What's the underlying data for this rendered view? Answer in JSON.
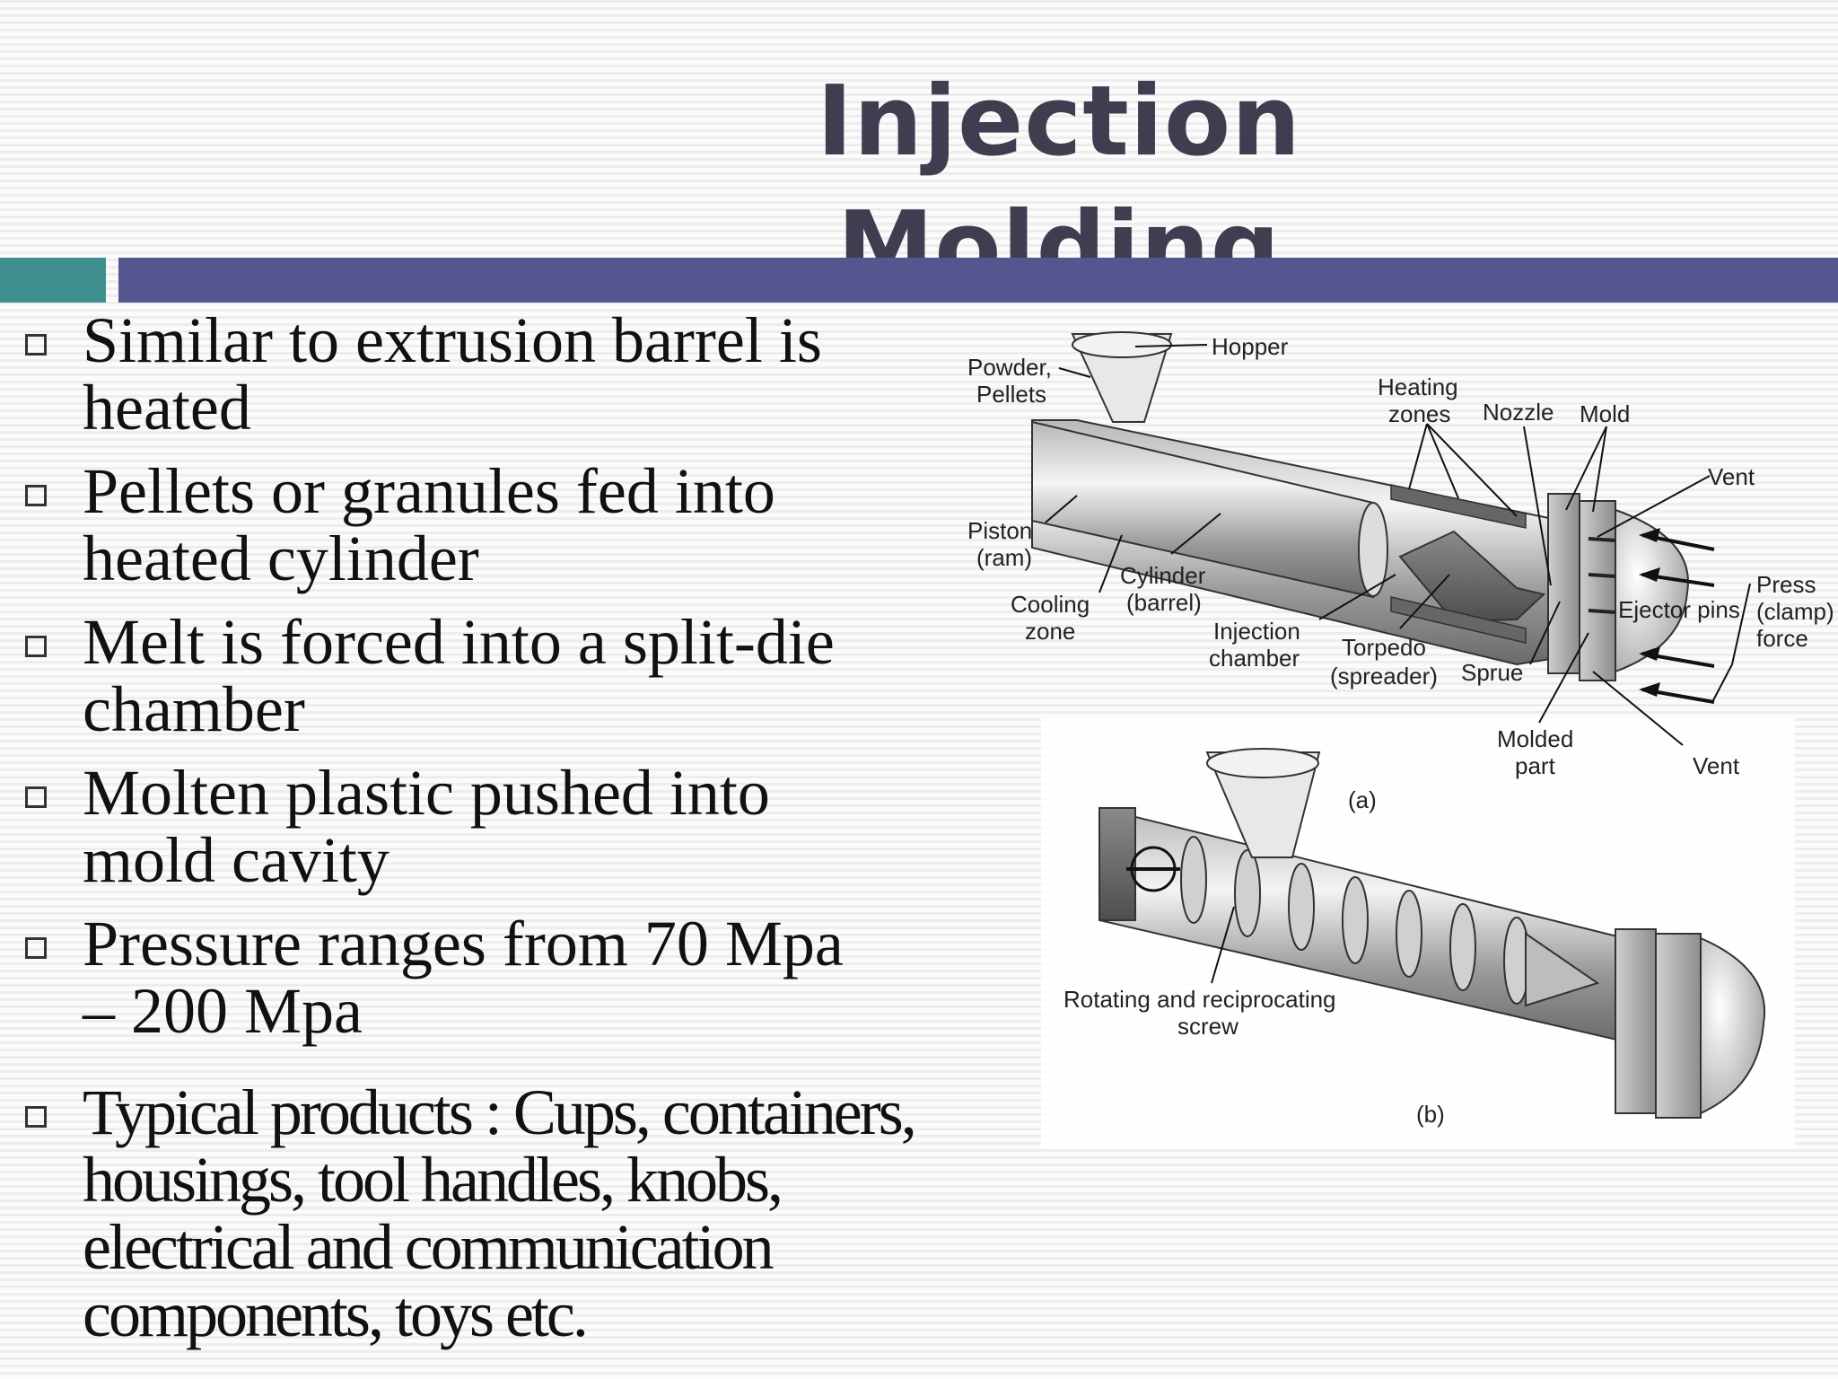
{
  "slide": {
    "title": "Injection Molding",
    "bullets": [
      {
        "line1": "Similar to extrusion barrel is",
        "line2": "heated"
      },
      {
        "line1": "Pellets or granules fed into",
        "line2": "heated cylinder"
      },
      {
        "line1": "Melt is forced into a split-die",
        "line2": "chamber"
      },
      {
        "line1": "Molten plastic pushed into",
        "line2": "mold cavity"
      },
      {
        "line1": "Pressure ranges from 70 Mpa",
        "line2": "– 200 Mpa"
      },
      {
        "line1": "Typical products : Cups, containers,",
        "line2": "housings, tool handles, knobs,",
        "line3": "electrical and communication",
        "line4": "components, toys etc."
      }
    ]
  },
  "diagram": {
    "labels": {
      "hopper": "Hopper",
      "powder1": "Powder,",
      "powder2": "Pellets",
      "heating1": "Heating",
      "heating2": "zones",
      "nozzle": "Nozzle",
      "mold": "Mold",
      "vent_top": "Vent",
      "piston1": "Piston",
      "piston2": "(ram)",
      "cylinder1": "Cylinder",
      "cylinder2": "(barrel)",
      "cooling1": "Cooling",
      "cooling2": "zone",
      "injection1": "Injection",
      "injection2": "chamber",
      "torpedo1": "Torpedo",
      "torpedo2": "(spreader)",
      "sprue": "Sprue",
      "ejector": "Ejector pins",
      "press1": "Press",
      "press2": "(clamp)",
      "press3": "force",
      "molded1": "Molded",
      "molded2": "part",
      "vent_bottom": "Vent",
      "caption_a": "(a)",
      "rotating1": "Rotating and reciprocating",
      "rotating2": "screw",
      "caption_b": "(b)"
    }
  }
}
